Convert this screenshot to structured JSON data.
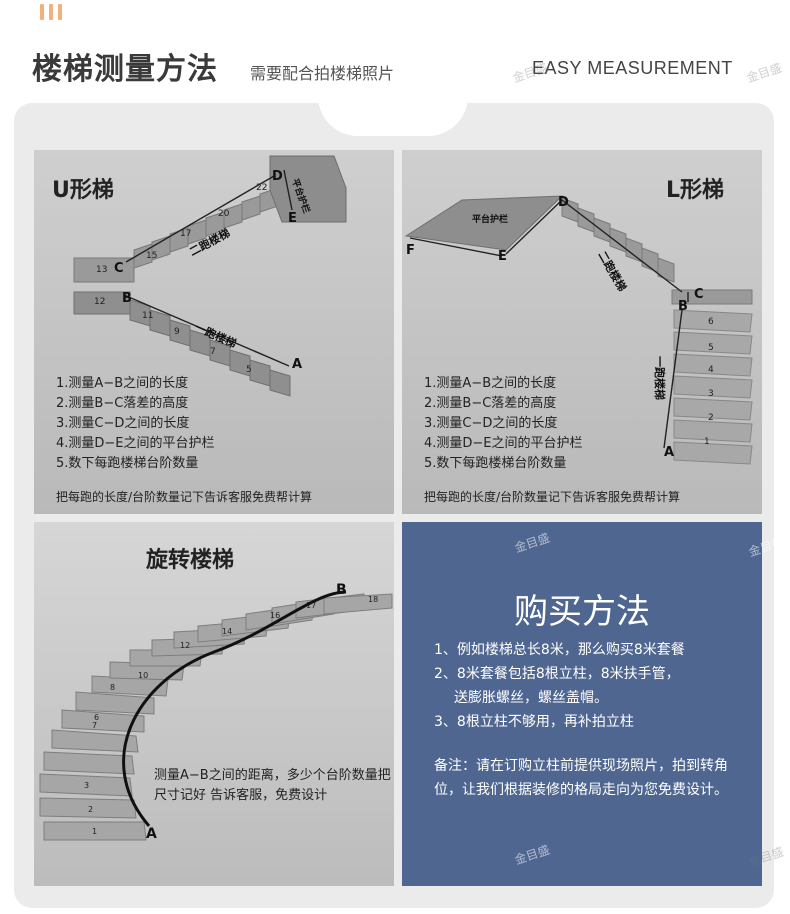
{
  "header": {
    "title": "楼梯测量方法",
    "subtitle": "需要配合拍楼梯照片",
    "english": "EASY MEASUREMENT"
  },
  "u_panel": {
    "title": "U形梯",
    "run1_label": "一跑楼梯",
    "run2_label": "二跑楼梯",
    "platform_label": "平台护栏",
    "points": [
      "A",
      "B",
      "C",
      "D",
      "E"
    ],
    "steps": [
      "1.测量A−B之间的长度",
      "2.测量B−C落差的高度",
      "3.测量C−D之间的长度",
      "4.测量D−E之间的平台护栏",
      "5.数下每跑楼梯台阶数量"
    ],
    "footer": "把每跑的长度/台阶数量记下告诉客服免费帮计算"
  },
  "l_panel": {
    "title": "L形梯",
    "run1_label": "一跑楼梯",
    "run2_label": "二跑楼梯",
    "platform_label": "平台护栏",
    "points": [
      "A",
      "B",
      "C",
      "D",
      "E",
      "F"
    ],
    "steps": [
      "1.测量A−B之间的长度",
      "2.测量B−C落差的高度",
      "3.测量C−D之间的长度",
      "4.测量D−E之间的平台护栏",
      "5.数下每跑楼梯台阶数量"
    ],
    "footer": "把每跑的长度/台阶数量记下告诉客服免费帮计算"
  },
  "spiral_panel": {
    "title": "旋转楼梯",
    "points": [
      "A",
      "B"
    ],
    "text": "测量A−B之间的距离，多少个台阶数量把尺寸记好 告诉客服，免费设计"
  },
  "buy_panel": {
    "title": "购买方法",
    "items": [
      "1、例如楼梯总长8米，那么购买8米套餐",
      "2、8米套餐包括8根立柱，8米扶手管，",
      "送膨胀螺丝，螺丝盖帽。",
      "3、8根立柱不够用，再补拍立柱"
    ],
    "note": "备注：请在订购立柱前提供现场照片，拍到转角位，让我们根据装修的格局走向为您免费设计。"
  },
  "watermark": "金目盛",
  "colors": {
    "accent_bars": "#f0b27a",
    "buy_bg": "#4f6690"
  }
}
